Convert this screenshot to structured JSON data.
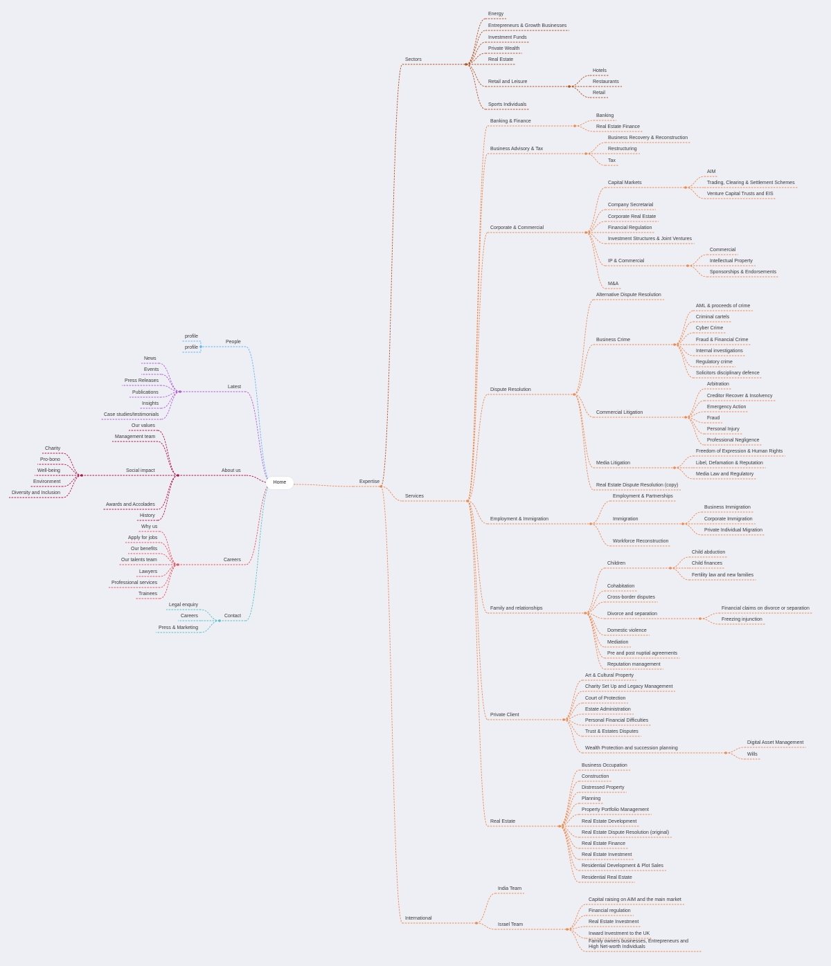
{
  "colors": {
    "background": "#eeeef5",
    "people": "#5bb8f5",
    "latest": "#b05cd6",
    "about": "#b8123f",
    "careers": "#f0505a",
    "contact": "#4cc4c8",
    "expertise": "#f08a4b",
    "sectors": "#b5541a"
  },
  "tree": {
    "home": "Home",
    "left": [
      {
        "label": "People",
        "children": [
          {
            "label": "profile"
          },
          {
            "label": "profile"
          }
        ]
      },
      {
        "label": "Latest",
        "children": [
          {
            "label": "News"
          },
          {
            "label": "Events"
          },
          {
            "label": "Press Releases"
          },
          {
            "label": "Publications"
          },
          {
            "label": "Insights"
          },
          {
            "label": "Case studies/testimonials"
          }
        ]
      },
      {
        "label": "About us",
        "children": [
          {
            "label": "Our values"
          },
          {
            "label": "Management team"
          },
          {
            "label": "Social impact",
            "children": [
              {
                "label": "Charity"
              },
              {
                "label": "Pro-bono"
              },
              {
                "label": "Well-being"
              },
              {
                "label": "Environment"
              },
              {
                "label": "Diversity and Inclusion"
              }
            ]
          },
          {
            "label": "Awards and Accolades"
          },
          {
            "label": "History"
          }
        ]
      },
      {
        "label": "Careers",
        "children": [
          {
            "label": "Why us"
          },
          {
            "label": "Apply for jobs"
          },
          {
            "label": "Our benefits"
          },
          {
            "label": "Our talents team"
          },
          {
            "label": "Lawyers"
          },
          {
            "label": "Professional services"
          },
          {
            "label": "Trainees"
          }
        ]
      },
      {
        "label": "Contact",
        "children": [
          {
            "label": "Legal enquiry"
          },
          {
            "label": "Careers"
          },
          {
            "label": "Press & Marketing"
          }
        ]
      }
    ],
    "right": [
      {
        "label": "Expertise",
        "children": [
          {
            "label": "Sectors",
            "children": [
              {
                "label": "Energy"
              },
              {
                "label": "Entrepreneurs & Growth Businesses"
              },
              {
                "label": "Investment Funds"
              },
              {
                "label": "Private Wealth"
              },
              {
                "label": "Real Estate"
              },
              {
                "label": "Retail and Leisure",
                "children": [
                  {
                    "label": "Hotels"
                  },
                  {
                    "label": "Restaurants"
                  },
                  {
                    "label": "Retail"
                  }
                ]
              },
              {
                "label": "Sports Individuals"
              }
            ]
          },
          {
            "label": "Services",
            "children": [
              {
                "label": "Banking & Finance",
                "children": [
                  {
                    "label": "Banking"
                  },
                  {
                    "label": "Real Estate Finance"
                  }
                ]
              },
              {
                "label": "Business Advisory & Tax",
                "children": [
                  {
                    "label": "Business Recovery & Reconstruction"
                  },
                  {
                    "label": "Restructuring"
                  },
                  {
                    "label": "Tax"
                  }
                ]
              },
              {
                "label": "Corporate & Commercial",
                "children": [
                  {
                    "label": "Capital Markets",
                    "children": [
                      {
                        "label": "AIM"
                      },
                      {
                        "label": "Trading, Clearing & Settlement Schemes"
                      },
                      {
                        "label": "Venture Capital Trusts and EIS"
                      }
                    ]
                  },
                  {
                    "label": "Company Secretarial"
                  },
                  {
                    "label": "Corporate Real Estate"
                  },
                  {
                    "label": "Financial Regulation"
                  },
                  {
                    "label": "Investment Structures & Joint Ventures"
                  },
                  {
                    "label": "IP & Commercial",
                    "children": [
                      {
                        "label": "Commercial"
                      },
                      {
                        "label": "Intellectual Property"
                      },
                      {
                        "label": "Sponsorships & Endorsements"
                      }
                    ]
                  },
                  {
                    "label": "M&A"
                  }
                ]
              },
              {
                "label": "Dispute Resolution",
                "children": [
                  {
                    "label": "Alternative Dispute Resolution"
                  },
                  {
                    "label": "Business Crime",
                    "children": [
                      {
                        "label": "AML & proceeds of crime"
                      },
                      {
                        "label": "Criminal cartels"
                      },
                      {
                        "label": "Cyber Crime"
                      },
                      {
                        "label": "Fraud & Financial Crime"
                      },
                      {
                        "label": "Internal investigations"
                      },
                      {
                        "label": "Regulatory crime"
                      },
                      {
                        "label": "Solicitors disciplinary defence"
                      }
                    ]
                  },
                  {
                    "label": "Commercial Litigation",
                    "children": [
                      {
                        "label": "Arbitration"
                      },
                      {
                        "label": "Creditor Recover & Insolvency"
                      },
                      {
                        "label": "Emergency Action"
                      },
                      {
                        "label": "Fraud"
                      },
                      {
                        "label": "Personal Injury"
                      },
                      {
                        "label": "Professional Negligence"
                      }
                    ]
                  },
                  {
                    "label": "Media Litigation",
                    "children": [
                      {
                        "label": "Freedom of Expression & Human Rights"
                      },
                      {
                        "label": "Libel, Defamation & Reputation"
                      },
                      {
                        "label": "Media Law and Regulatory"
                      }
                    ]
                  },
                  {
                    "label": "Real Estate Dispute Resolution (copy)"
                  }
                ]
              },
              {
                "label": "Employment & Immigration",
                "children": [
                  {
                    "label": "Employment & Partnerships"
                  },
                  {
                    "label": "Immigration",
                    "children": [
                      {
                        "label": "Business Immigration"
                      },
                      {
                        "label": "Corporate Immigration"
                      },
                      {
                        "label": "Private Individual Migration"
                      }
                    ]
                  },
                  {
                    "label": "Workforce Reconstruction"
                  }
                ]
              },
              {
                "label": "Family and relationships",
                "children": [
                  {
                    "label": "Children",
                    "children": [
                      {
                        "label": "Child abduction"
                      },
                      {
                        "label": "Child finances"
                      },
                      {
                        "label": "Fertility law and new families"
                      }
                    ]
                  },
                  {
                    "label": "Cohabitation"
                  },
                  {
                    "label": "Cross-border disputes"
                  },
                  {
                    "label": "Divorce and separation",
                    "children": [
                      {
                        "label": "Financial claims on divorce or separation"
                      },
                      {
                        "label": "Freezing injunction"
                      }
                    ]
                  },
                  {
                    "label": "Domestic violence"
                  },
                  {
                    "label": "Mediation"
                  },
                  {
                    "label": "Pre and post nuptial agreements"
                  },
                  {
                    "label": "Reputation management"
                  }
                ]
              },
              {
                "label": "Private Client",
                "children": [
                  {
                    "label": "Art & Cultural Property"
                  },
                  {
                    "label": "Charity Set Up and Legacy Management"
                  },
                  {
                    "label": "Court of Protection"
                  },
                  {
                    "label": "Estate Administration"
                  },
                  {
                    "label": "Personal Financial Difficulties"
                  },
                  {
                    "label": "Trust & Estates Disputes"
                  },
                  {
                    "label": "Wealth Protection and succession planning",
                    "children": [
                      {
                        "label": "Digital Asset Management"
                      },
                      {
                        "label": "Wills"
                      }
                    ]
                  }
                ]
              },
              {
                "label": "Real Estate",
                "children": [
                  {
                    "label": "Business Occupation"
                  },
                  {
                    "label": "Construction"
                  },
                  {
                    "label": "Distressed Property"
                  },
                  {
                    "label": "Planning"
                  },
                  {
                    "label": "Property Portfolio Management"
                  },
                  {
                    "label": "Real Estate Development"
                  },
                  {
                    "label": "Real Estate Dispute Resolution (original)"
                  },
                  {
                    "label": "Real Estate Finance"
                  },
                  {
                    "label": "Real Estate Investment"
                  },
                  {
                    "label": "Residential Development & Plot Sales"
                  },
                  {
                    "label": "Residential Real Estate"
                  }
                ]
              }
            ]
          },
          {
            "label": "International",
            "children": [
              {
                "label": "India Team"
              },
              {
                "label": "Israel Team",
                "children": [
                  {
                    "label": "Capital raising on AIM and the main market"
                  },
                  {
                    "label": "Financial regulation"
                  },
                  {
                    "label": "Real Estate Investment"
                  },
                  {
                    "label": "Inward Investment to the UK"
                  },
                  {
                    "label": "Family owners businesses, Entrepreneurs and High Net-worth Individuals"
                  }
                ]
              }
            ]
          }
        ]
      }
    ]
  }
}
